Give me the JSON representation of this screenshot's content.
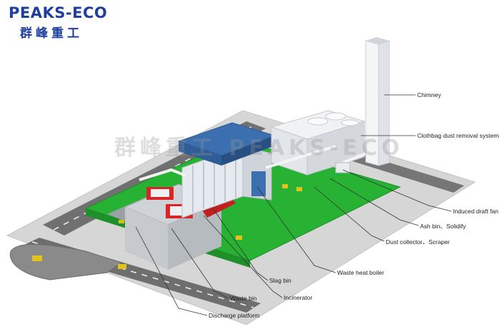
{
  "brand": {
    "name_en": "PEAKS-ECO",
    "name_cn": "群峰重工",
    "watermark": "群峰重工  PEAKS-ECO",
    "primary_color": "#1f3f9c"
  },
  "diagram": {
    "labels": {
      "chimney": "Chimney",
      "clothbag": "Clothbag dust removal system",
      "induced_fan": "Induced draft fan",
      "ash_bin": "Ash bin、Solidify",
      "dust_collector": "Dust collector、Scraper",
      "waste_heat_boiler": "Waste heat boiler",
      "slag_bin": "Slag bin",
      "incinerator": "Incinerator",
      "waste_bin": "Waste bin",
      "discharge_platform": "Discharge platform"
    },
    "colors": {
      "ground": "#d6d6d6",
      "road": "#6e6e6e",
      "plant_floor": "#27b233",
      "building_roof": "#3b6fb0",
      "furnace": "#d92525",
      "structure": "#eef0f3",
      "leader_line": "#333333"
    }
  }
}
